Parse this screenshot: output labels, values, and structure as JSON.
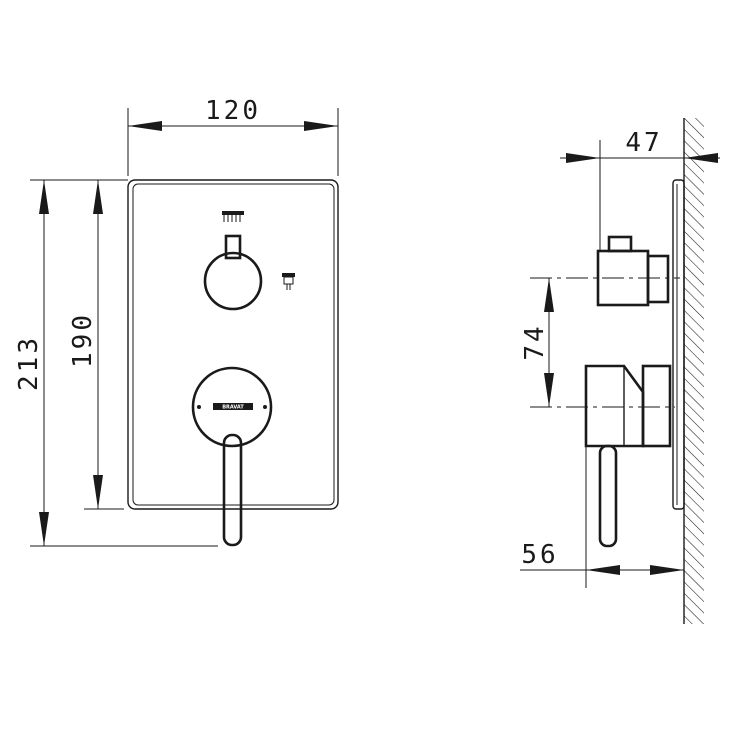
{
  "front_view": {
    "width_dim": "120",
    "height_outer_dim": "213",
    "height_plate_dim": "190",
    "brand_text": "BRAVAT"
  },
  "side_view": {
    "depth_dim": "47",
    "axis_spacing_dim": "74",
    "lever_depth_dim": "56"
  },
  "icons": {
    "shower": "overhead-shower-icon",
    "hand_shower": "hand-shower-icon"
  }
}
